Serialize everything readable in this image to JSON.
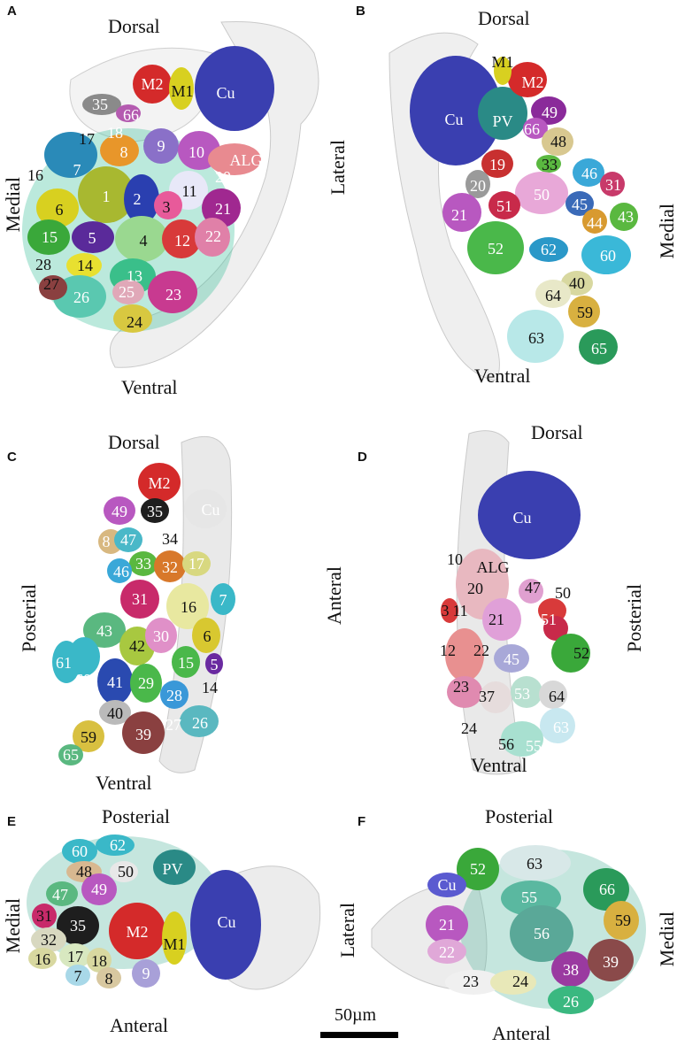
{
  "panels": [
    {
      "letter": "A",
      "top": "Dorsal",
      "bottom": "Ventral",
      "left": "Medial",
      "right": ""
    },
    {
      "letter": "B",
      "top": "Dorsal",
      "bottom": "Ventral",
      "left": "Lateral",
      "right": "Medial"
    },
    {
      "letter": "C",
      "top": "Dorsal",
      "bottom": "Ventral",
      "left": "Posterial",
      "right": "Anteral"
    },
    {
      "letter": "D",
      "top": "Dorsal",
      "bottom": "Ventral",
      "left": "",
      "right": "Posterial"
    },
    {
      "letter": "E",
      "top": "Posterial",
      "bottom": "Anteral",
      "left": "Medial",
      "right": "Lateral"
    },
    {
      "letter": "F",
      "top": "Posterial",
      "bottom": "Anteral",
      "left": "",
      "right": "Medial"
    }
  ],
  "scale_bar": {
    "label": "50µm"
  },
  "colors": {
    "cu_blue": "#3a3fb0",
    "m2_red": "#d42a2a",
    "m1_yellow": "#d8d020",
    "pv_teal": "#2a8a86",
    "outline_gray": "#cfcfcf"
  },
  "labels": {
    "A": [
      "M2",
      "M1",
      "Cu",
      "35",
      "66",
      "17",
      "18",
      "9",
      "10",
      "ALG",
      "16",
      "7",
      "8",
      "20",
      "1",
      "2",
      "11",
      "6",
      "3",
      "21",
      "5",
      "4",
      "12",
      "22",
      "15",
      "28",
      "14",
      "13",
      "27",
      "26",
      "25",
      "23",
      "24"
    ],
    "B": [
      "M1",
      "M2",
      "Cu",
      "PV",
      "49",
      "66",
      "48",
      "19",
      "33",
      "46",
      "20",
      "50",
      "31",
      "21",
      "51",
      "45",
      "43",
      "44",
      "52",
      "62",
      "60",
      "40",
      "64",
      "59",
      "63",
      "65"
    ],
    "C": [
      "M2",
      "35",
      "49",
      "Cu",
      "8",
      "47",
      "34",
      "33",
      "46",
      "32",
      "17",
      "31",
      "16",
      "7",
      "43",
      "42",
      "30",
      "6",
      "61",
      "60",
      "41",
      "29",
      "15",
      "5",
      "28",
      "14",
      "40",
      "26",
      "27",
      "59",
      "39",
      "65"
    ],
    "D": [
      "Cu",
      "10",
      "ALG",
      "47",
      "20",
      "50",
      "3",
      "11",
      "21",
      "51",
      "12",
      "22",
      "45",
      "52",
      "23",
      "37",
      "53",
      "64",
      "24",
      "63",
      "56",
      "55"
    ],
    "E": [
      "60",
      "62",
      "48",
      "50",
      "PV",
      "47",
      "49",
      "31",
      "35",
      "M2",
      "Cu",
      "32",
      "M1",
      "16",
      "17",
      "18",
      "7",
      "8",
      "9"
    ],
    "F": [
      "52",
      "63",
      "Cu",
      "55",
      "66",
      "21",
      "56",
      "59",
      "22",
      "38",
      "39",
      "23",
      "24",
      "26"
    ]
  }
}
